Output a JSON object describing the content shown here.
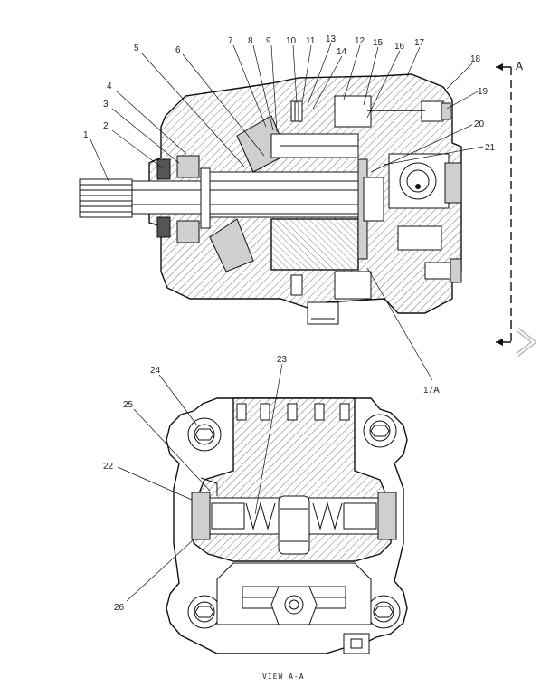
{
  "callouts": {
    "c1": "1",
    "c2": "2",
    "c3": "3",
    "c4": "4",
    "c5": "5",
    "c6": "6",
    "c7": "7",
    "c8": "8",
    "c9": "9",
    "c10": "10",
    "c11": "11",
    "c12": "12",
    "c13": "13",
    "c14": "14",
    "c15": "15",
    "c16": "16",
    "c17": "17",
    "c17a": "17A",
    "c18": "18",
    "c19": "19",
    "c20": "20",
    "c21": "21",
    "c22": "22",
    "c23": "23",
    "c24": "24",
    "c25": "25",
    "c26": "26"
  },
  "section": {
    "letter": "A"
  },
  "caption": "VIEW A-A",
  "icons": {
    "next": "chevron-right-icon"
  }
}
